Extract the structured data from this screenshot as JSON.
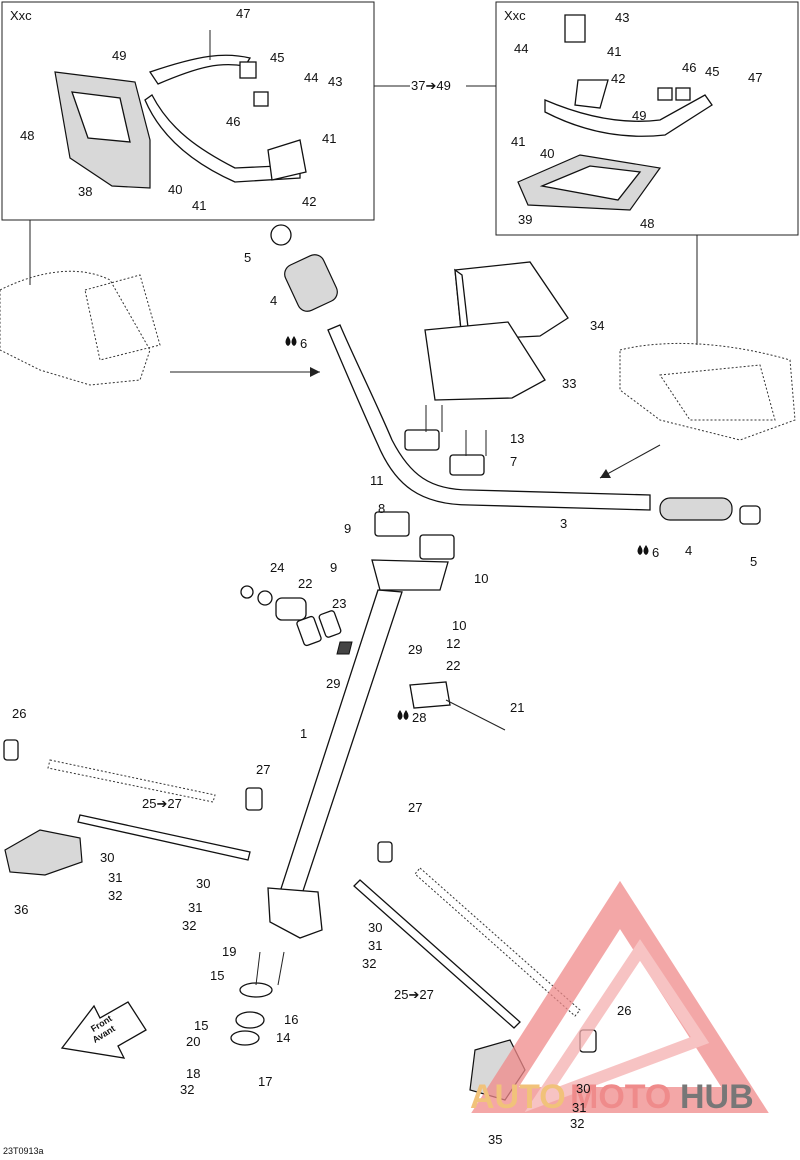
{
  "diagram": {
    "figure_code": "23T0913a",
    "insets": {
      "left_title": "Xxc",
      "right_title": "Xxc",
      "range_label": "37➔49"
    },
    "front_arrow": {
      "line1": "Front",
      "line2": "Avant"
    },
    "watermark": {
      "part1": "AUTO",
      "part2": "MOTO",
      "part3": "HUB"
    },
    "oil_labels": [
      "6",
      "6",
      "28"
    ],
    "callouts": [
      "47",
      "49",
      "45",
      "44",
      "43",
      "48",
      "46",
      "41",
      "38",
      "40",
      "41",
      "42",
      "43",
      "44",
      "41",
      "46",
      "45",
      "47",
      "42",
      "49",
      "41",
      "40",
      "39",
      "48",
      "5",
      "4",
      "34",
      "33",
      "13",
      "7",
      "11",
      "8",
      "3",
      "4",
      "5",
      "9",
      "9",
      "10",
      "24",
      "22",
      "23",
      "10",
      "12",
      "29",
      "29",
      "22",
      "21",
      "1",
      "26",
      "27",
      "25➔27",
      "30",
      "31",
      "32",
      "36",
      "27",
      "30",
      "30",
      "31",
      "32",
      "31",
      "32",
      "19",
      "15",
      "16",
      "15",
      "14",
      "20",
      "18",
      "17",
      "32",
      "25➔27",
      "26",
      "30",
      "31",
      "32",
      "35"
    ]
  }
}
